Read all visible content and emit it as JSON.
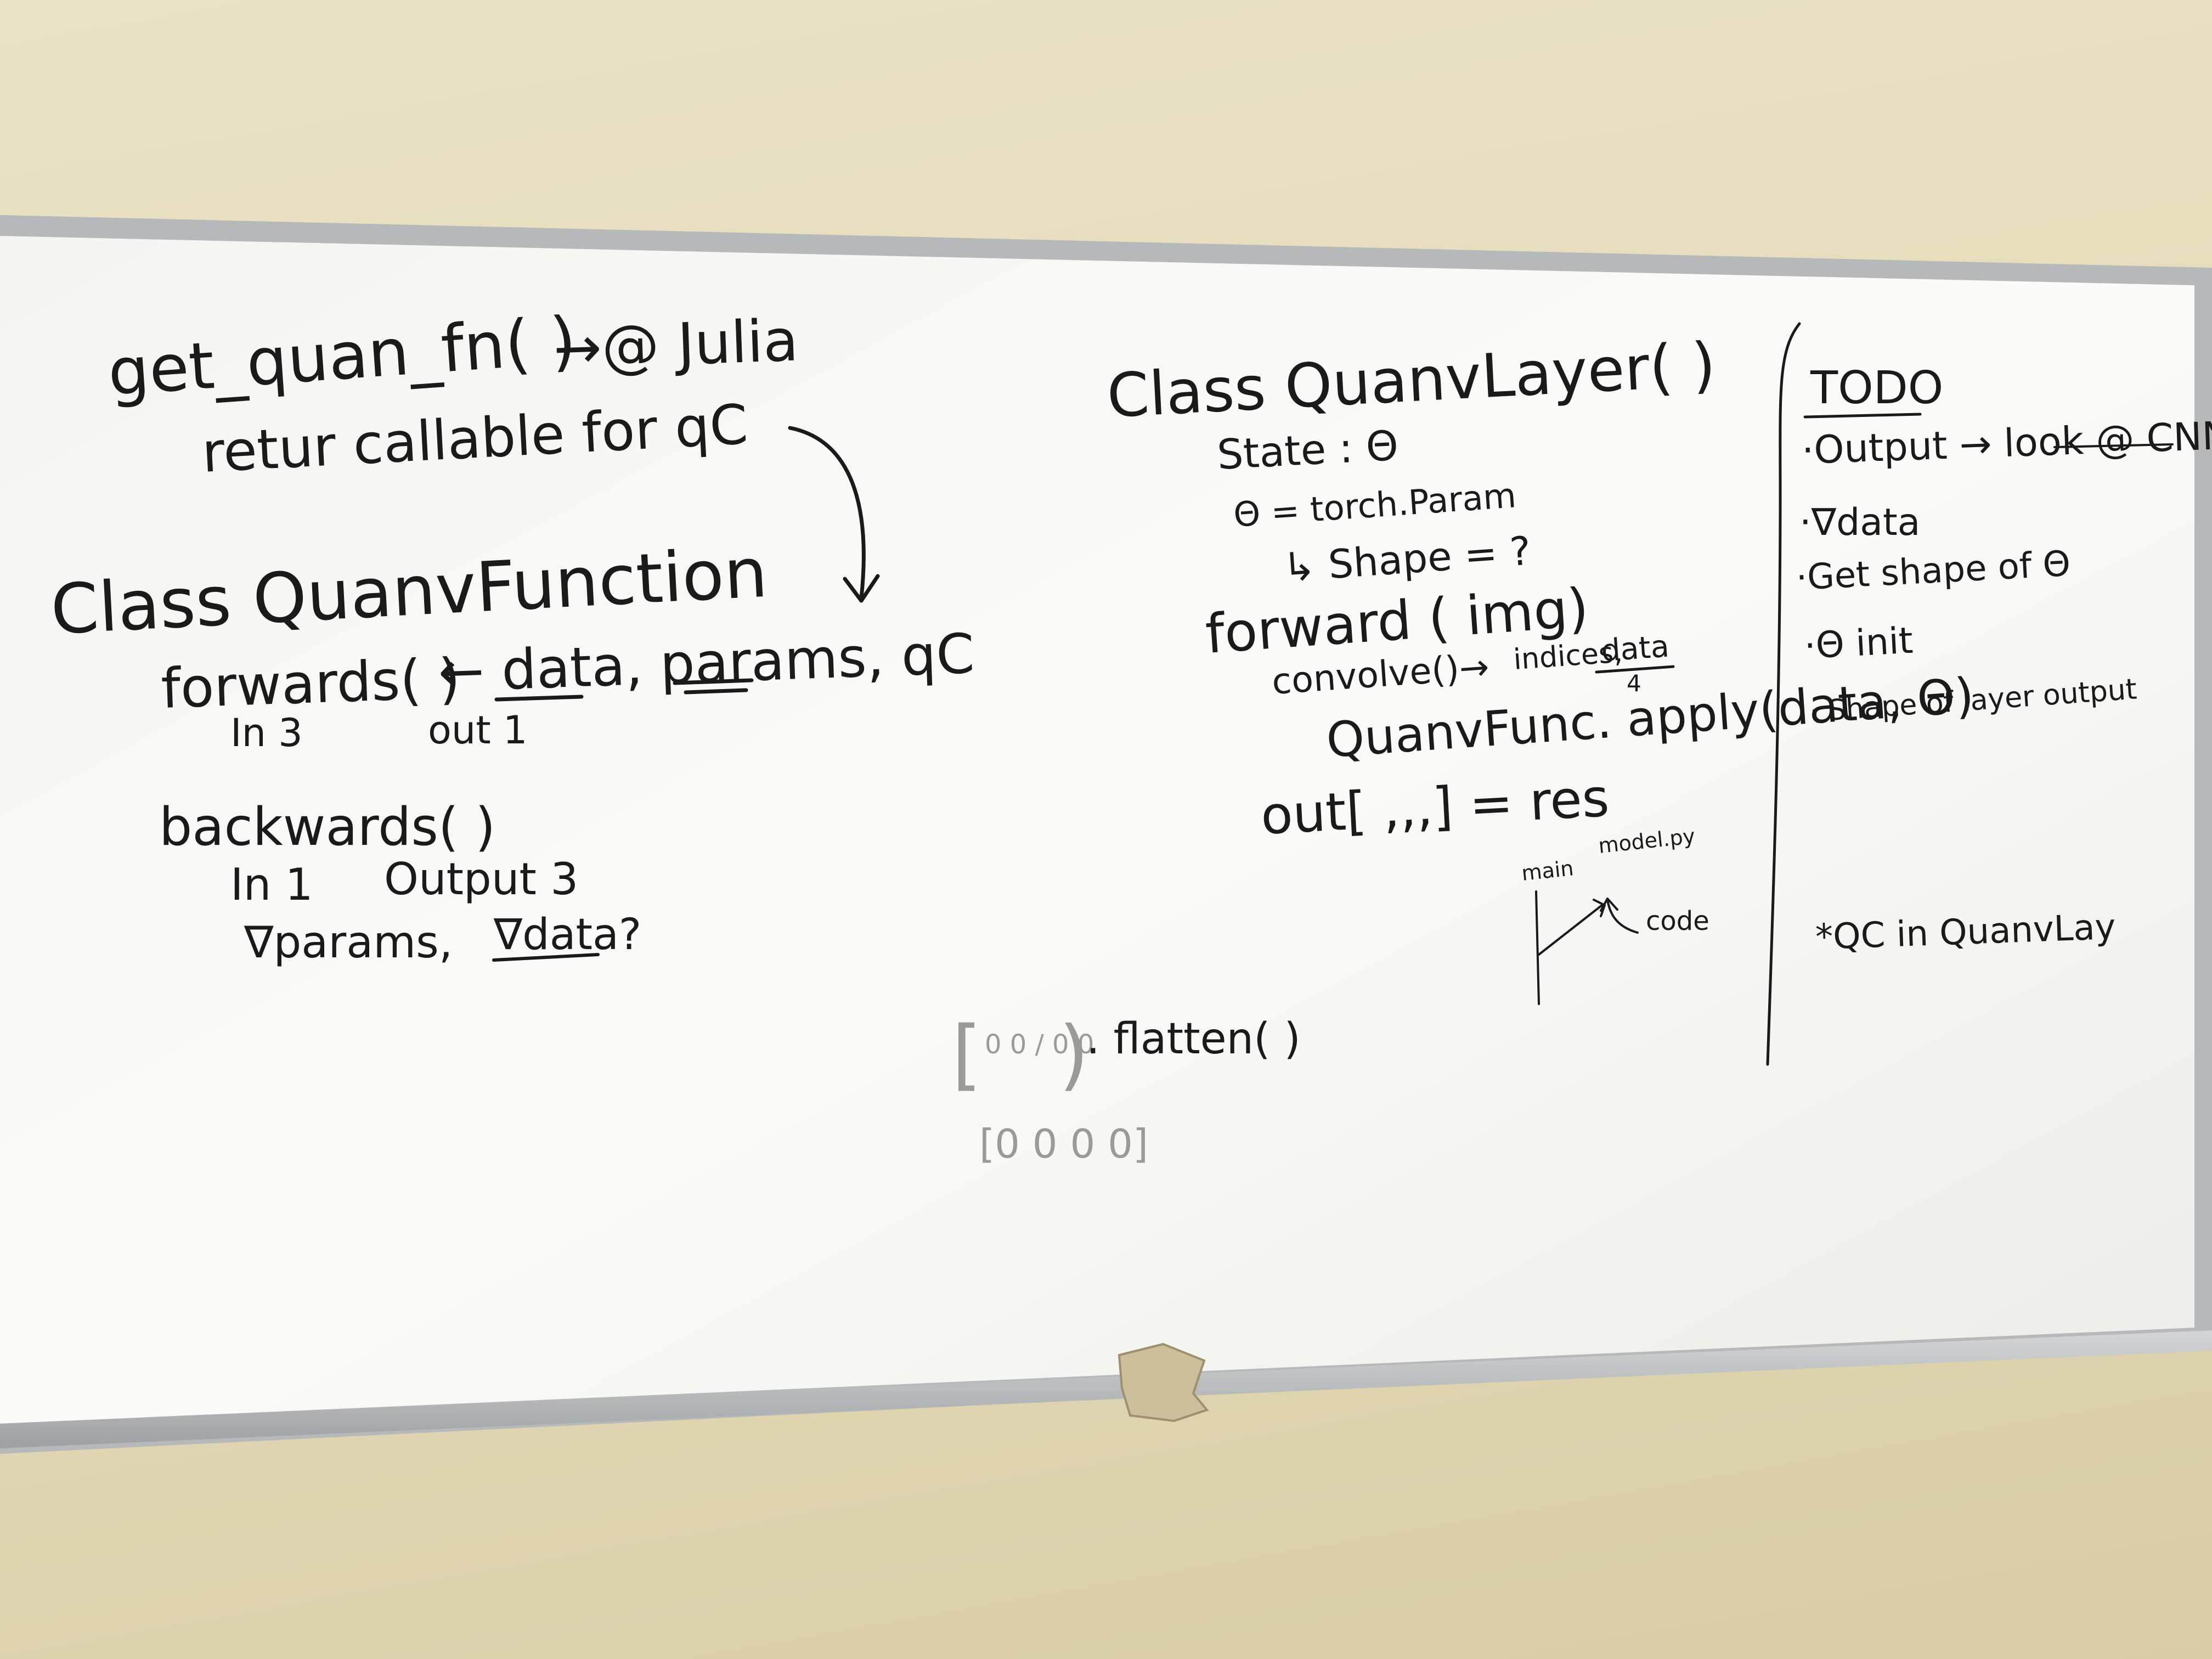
{
  "board": {
    "left_block": {
      "get_quan_fn": "get_quan_fn( )",
      "arrow_julia": "→@ Julia",
      "return_callable": "retur callable for qC",
      "class_quanv_function": "Class QuanvFunction",
      "forwards": "forwards( )",
      "forwards_inputs": "← data, params, qC",
      "in_3": "In 3",
      "out_1": "out 1",
      "backwards": "backwards( )",
      "in_1": "In 1",
      "output_3": "Output 3",
      "grad_params": "∇params,",
      "grad_data": "∇data?"
    },
    "middle_block": {
      "class_quanv_layer": "Class QuanvLayer( )",
      "state": "State : Θ",
      "theta_param": "Θ = torch.Param",
      "shape": "↳ Shape = ?",
      "forward_img": "forward ( img)",
      "convolve": "convolve()→",
      "indices": "indices,",
      "data_fraction_num": "data",
      "data_fraction_den": "4",
      "quanv_apply": "QuanvFunc. apply(data, Θ)",
      "out_res": "out[ ,,,] = res",
      "diagram_main": "main",
      "diagram_model": "model.py",
      "diagram_code": "code",
      "flatten": ". flatten( )",
      "matrix": "0 0 / 0 0",
      "flattened": "[0 0 0 0]"
    },
    "todo": {
      "title": "TODO",
      "items": [
        "·Output → look @ CNN",
        "·∇data",
        "·Get shape of Θ",
        "·Θ init",
        "· Shape of layer output"
      ],
      "note": "*QC in QuanvLay"
    }
  },
  "colors": {
    "wall": "#e6ddbd",
    "board": "#f7f7f4",
    "frame": "#b9bbbd",
    "ink": "#1a1a1a"
  }
}
